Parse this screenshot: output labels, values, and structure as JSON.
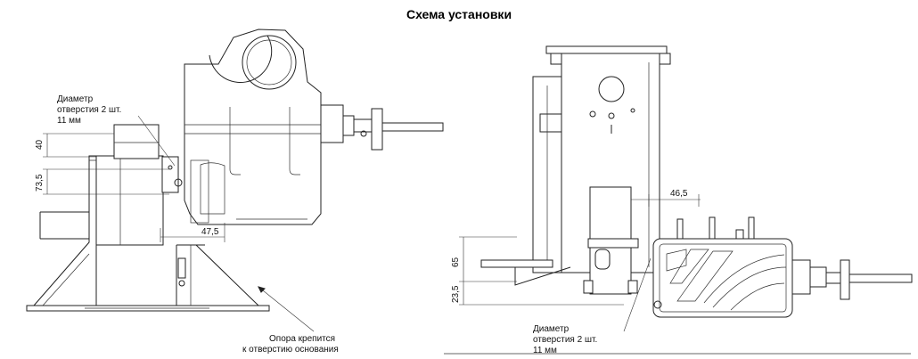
{
  "title": "Схема установки",
  "left_view": {
    "hole_note": [
      "Диаметр",
      "отверстия 2 шт.",
      "11 мм"
    ],
    "dim_40": "40",
    "dim_73_5": "73,5",
    "dim_47_5": "47,5",
    "support_note": [
      "Опора крепится",
      "к отверстию основания"
    ]
  },
  "right_view": {
    "dim_46_5": "46,5",
    "dim_65": "65",
    "dim_23_5": "23,5",
    "hole_note": [
      "Диаметр",
      "отверстия 2 шт.",
      "11 мм"
    ]
  }
}
